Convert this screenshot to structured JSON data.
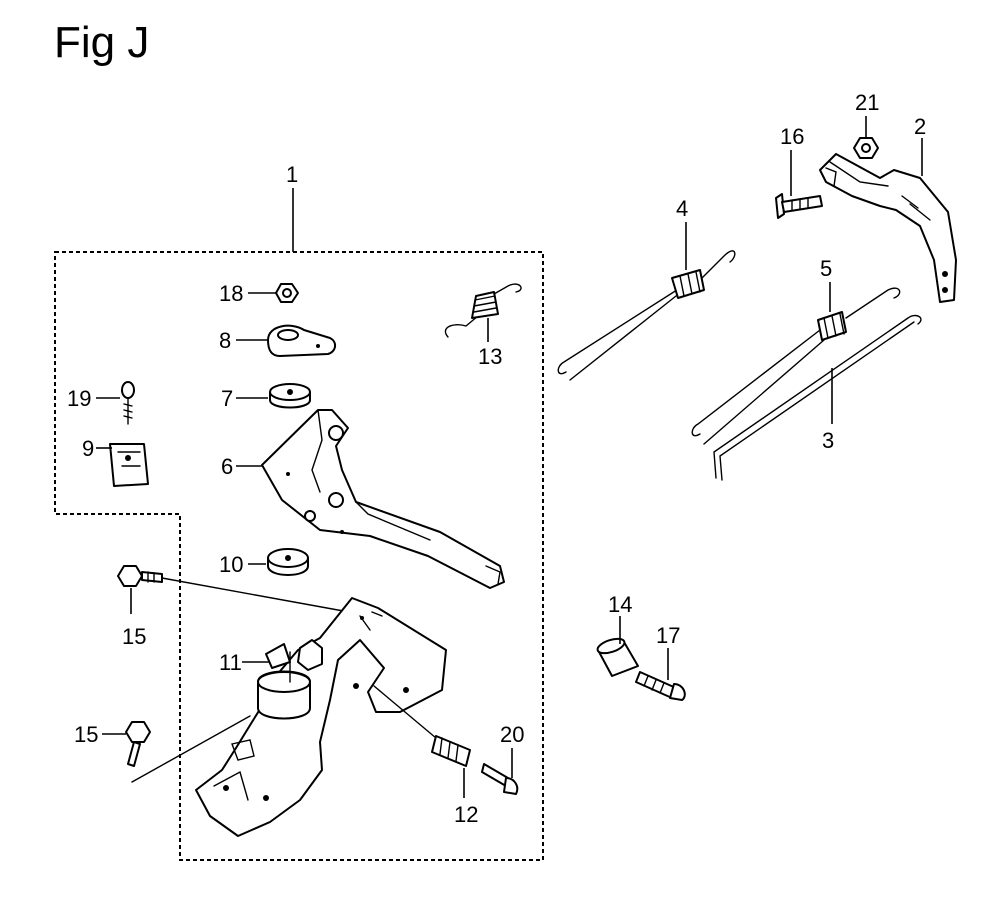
{
  "figure": {
    "title": "Fig J"
  },
  "callouts": {
    "c1": "1",
    "c2": "2",
    "c3": "3",
    "c4": "4",
    "c5": "5",
    "c6": "6",
    "c7": "7",
    "c8": "8",
    "c9": "9",
    "c10": "10",
    "c11": "11",
    "c12": "12",
    "c13": "13",
    "c14": "14",
    "c15a": "15",
    "c15b": "15",
    "c16": "16",
    "c17": "17",
    "c18": "18",
    "c19": "19",
    "c20": "20",
    "c21": "21"
  }
}
